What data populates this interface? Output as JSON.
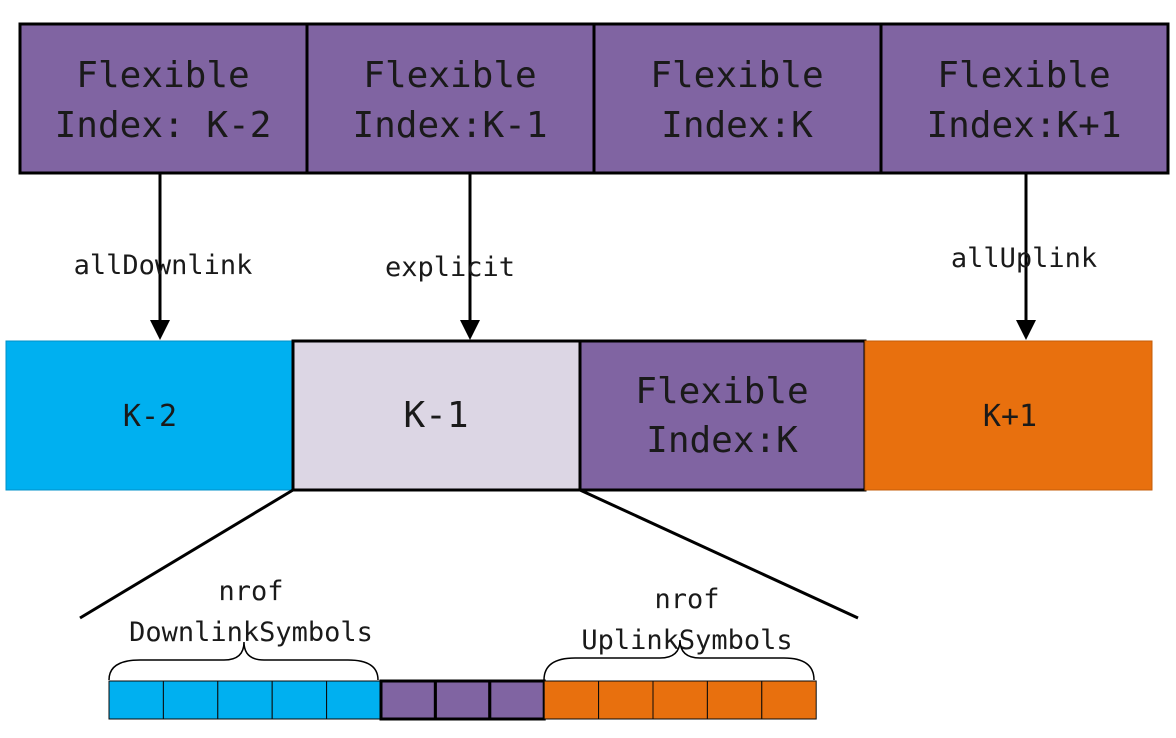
{
  "top_row": [
    {
      "line1": "Flexible",
      "line2": "Index: K-2"
    },
    {
      "line1": "Flexible",
      "line2": "Index:K-1"
    },
    {
      "line1": "Flexible",
      "line2": "Index:K"
    },
    {
      "line1": "Flexible",
      "line2": "Index:K+1"
    }
  ],
  "arrow_labels": {
    "all_downlink": "allDownlink",
    "explicit": "explicit",
    "all_uplink": "allUplink"
  },
  "slots": [
    {
      "label": "K-2",
      "color": "#00B0F0"
    },
    {
      "label": "K-1",
      "color": "#DCD6E4"
    },
    {
      "line1": "Flexible",
      "line2": "Index:K",
      "color": "#8064A2"
    },
    {
      "label": "K+1",
      "color": "#E8700E"
    }
  ],
  "symbols": {
    "downlink": {
      "line1": "nrof",
      "line2": "DownlinkSymbols",
      "count": 5,
      "color": "#00B0F0"
    },
    "flexible": {
      "count": 3,
      "color": "#8064A2"
    },
    "uplink": {
      "line1": "nrof",
      "line2": "UplinkSymbols",
      "count": 5,
      "color": "#E8700E"
    }
  },
  "colors": {
    "top_box": "#8064A2",
    "stroke": "#000000"
  }
}
